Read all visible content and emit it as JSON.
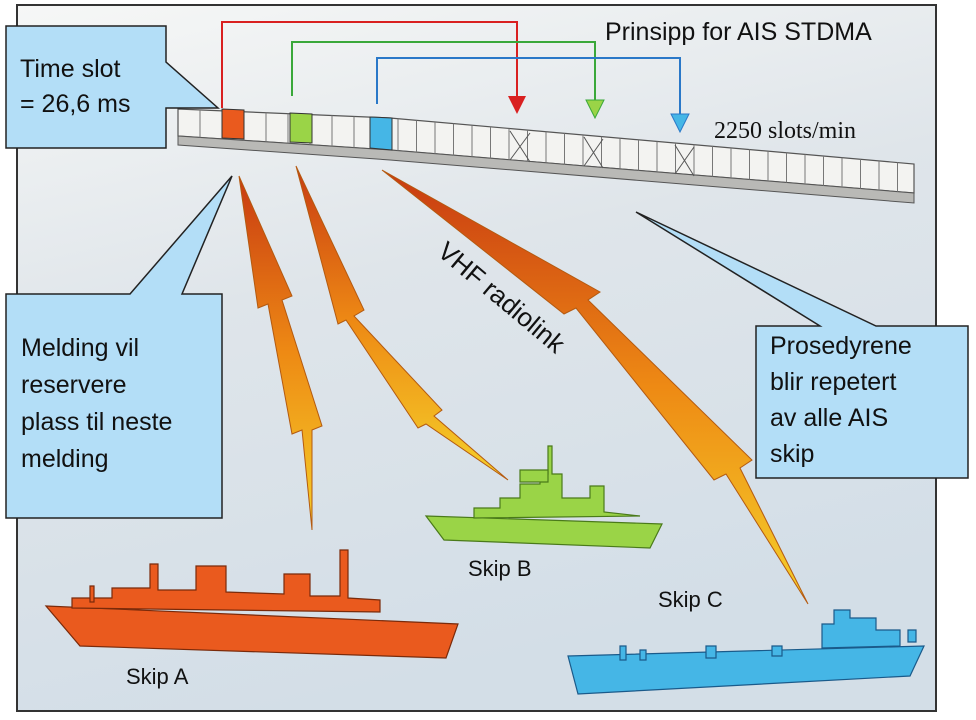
{
  "title": "Prinsipp for AIS STDMA",
  "slots_label": "2250 slots/min",
  "radiolink_label": "VHF radiolink",
  "callout_timeslot": [
    "Time slot",
    "= 26,6 ms"
  ],
  "callout_melding": [
    "Melding vil",
    "reservere",
    "plass til neste",
    "melding"
  ],
  "callout_prosedyrene": [
    "Prosedyrene",
    "blir repetert",
    "av alle AIS",
    "skip"
  ],
  "ships": [
    {
      "label": "Skip A",
      "color": "#ea5a1e"
    },
    {
      "label": "Skip B",
      "color": "#9ad447"
    },
    {
      "label": "Skip C",
      "color": "#45b6e6"
    }
  ],
  "arrow_colors": [
    "#d92020",
    "#3aa83a",
    "#2a78c8"
  ]
}
